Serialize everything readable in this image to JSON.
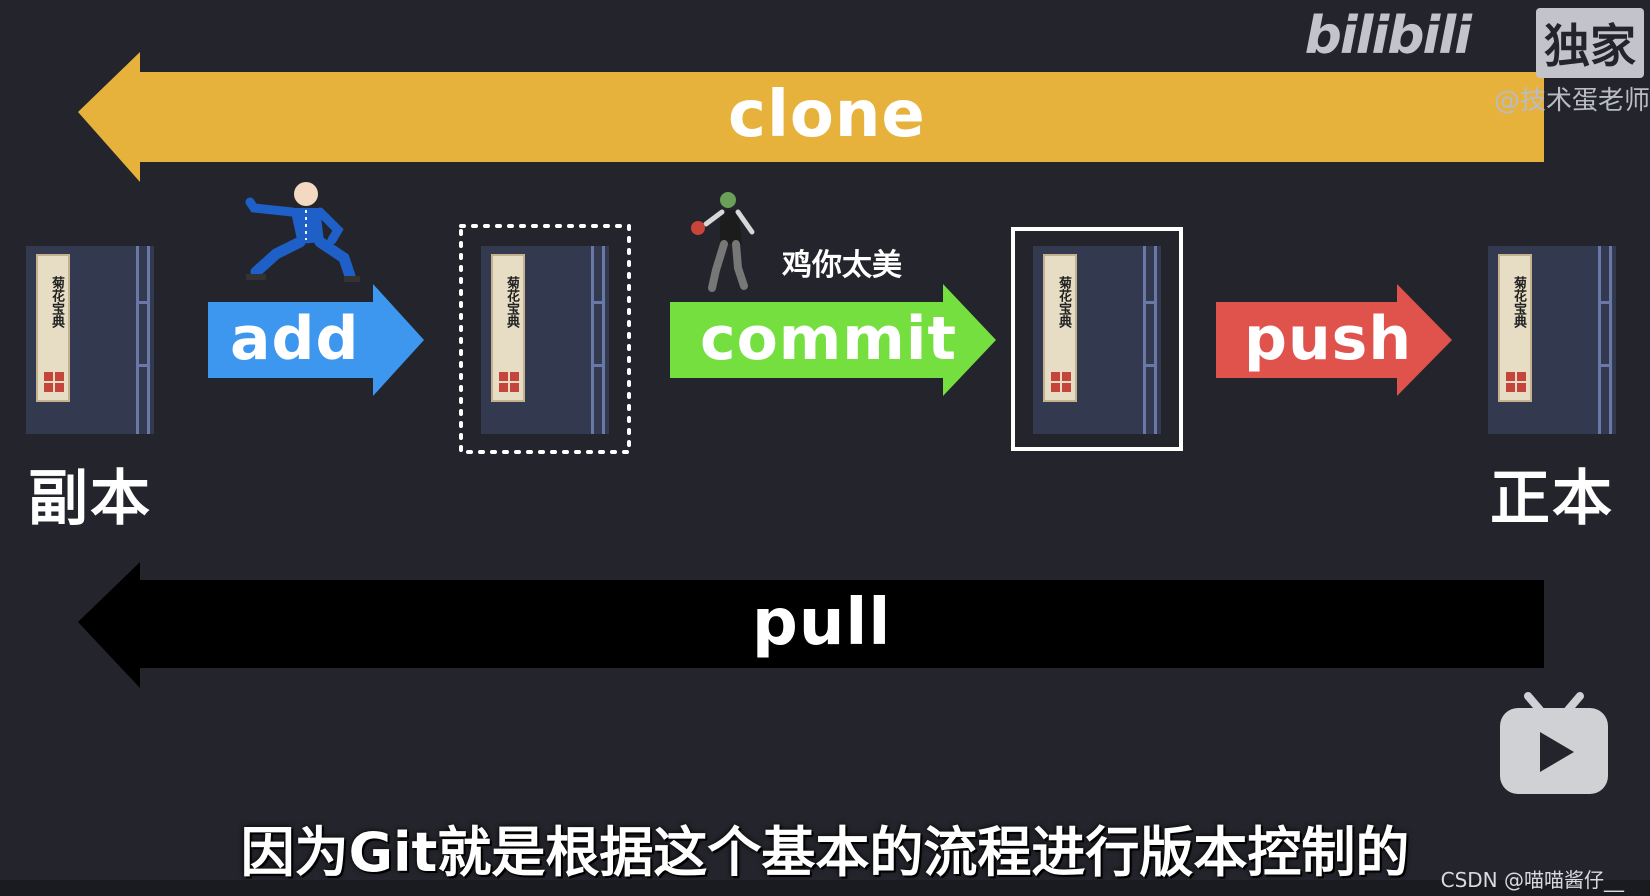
{
  "watermark": {
    "platform": "bilibili",
    "badge": "独家",
    "author": "@技术蛋老师",
    "csdn": "CSDN @喵喵酱仔__"
  },
  "arrows": {
    "clone": {
      "label": "clone",
      "color": "#e7b23c"
    },
    "add": {
      "label": "add",
      "color": "#3d97ef"
    },
    "commit": {
      "label": "commit",
      "color": "#74df3f"
    },
    "push": {
      "label": "push",
      "color": "#e0534d"
    },
    "pull": {
      "label": "pull",
      "color": "#000000"
    }
  },
  "books": {
    "title_text": "菊花宝典",
    "local": {
      "label": "副本"
    },
    "remote": {
      "label": "正本"
    }
  },
  "caption_small": "鸡你太美",
  "subtitle": "因为Git就是根据这个基本的流程进行版本控制的",
  "colors": {
    "background": "#24252c",
    "book": "#33394f",
    "spine": "#6a78a8"
  }
}
